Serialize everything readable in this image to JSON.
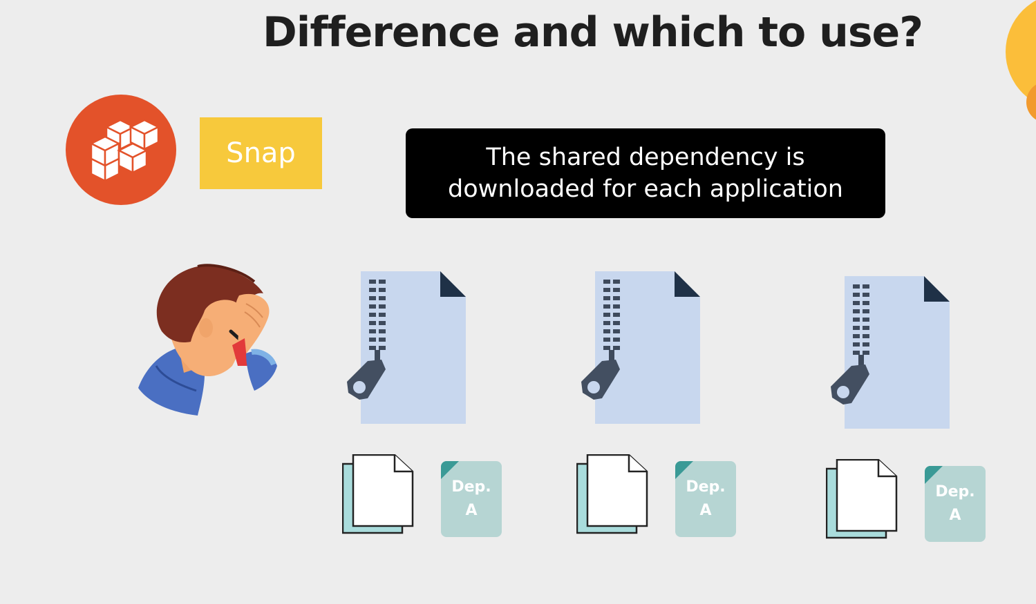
{
  "title": "Difference and which to use?",
  "snap_badge": {
    "label": "Snap"
  },
  "callout": {
    "line1": "The shared dependency is",
    "line2": "downloaded for each application"
  },
  "groups": [
    {
      "zip_icon": "zip-file-icon",
      "app_icon": "document-icon",
      "dep": {
        "line1": "Dep.",
        "line2": "A"
      }
    },
    {
      "zip_icon": "zip-file-icon",
      "app_icon": "document-icon",
      "dep": {
        "line1": "Dep.",
        "line2": "A"
      }
    },
    {
      "zip_icon": "zip-file-icon",
      "app_icon": "document-icon",
      "dep": {
        "line1": "Dep.",
        "line2": "A"
      }
    }
  ],
  "colors": {
    "background": "#ededed",
    "snap_orange": "#e3522a",
    "snap_yellow": "#f7c93c",
    "callout_bg": "#000000",
    "zip_paper": "#c8d7ee",
    "zip_dark": "#1f3147",
    "dep_fill": "#b6d5d3",
    "dep_fold": "#3a9a96"
  }
}
